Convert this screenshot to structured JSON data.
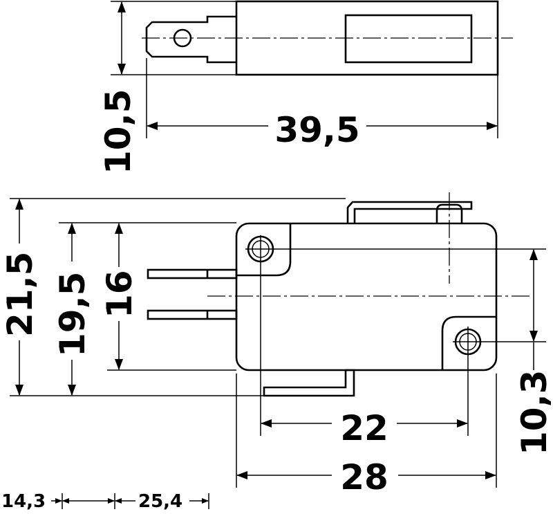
{
  "dimensions": {
    "top_height": "10,5",
    "top_length": "39,5",
    "overall_height": "21,5",
    "body_height": "19,5",
    "hole_span_vertical": "16",
    "hole_offset_right": "10,3",
    "hole_spacing": "22",
    "body_length": "28",
    "terminal_offset": "14,3",
    "terminal_pitch": "25,4"
  }
}
